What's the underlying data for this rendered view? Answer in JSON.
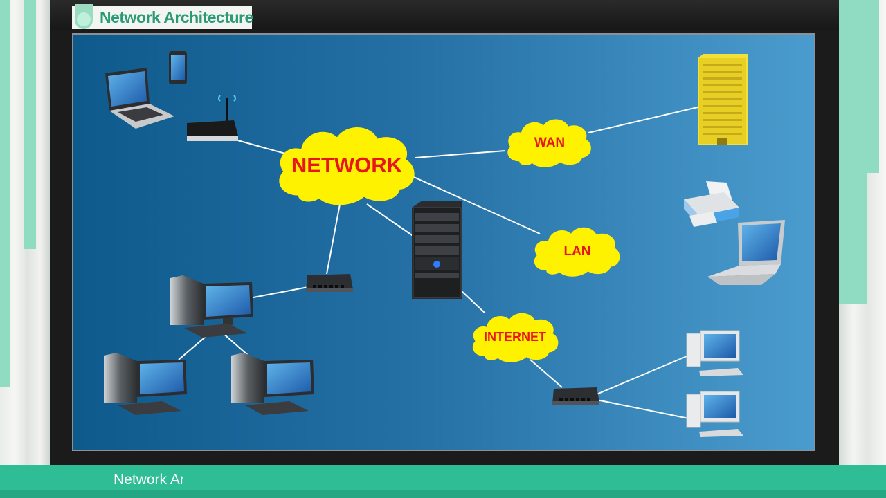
{
  "header": {
    "title": "Network Architecture"
  },
  "clouds": {
    "network": "NETWORK",
    "wan": "WAN",
    "lan": "LAN",
    "internet": "INTERNET"
  },
  "footer": {
    "caption": "Network Ar"
  },
  "colors": {
    "accent": "#2ebd94",
    "cloud": "#fff200",
    "cloud_text": "#e8151b",
    "board": "#246fa4"
  }
}
